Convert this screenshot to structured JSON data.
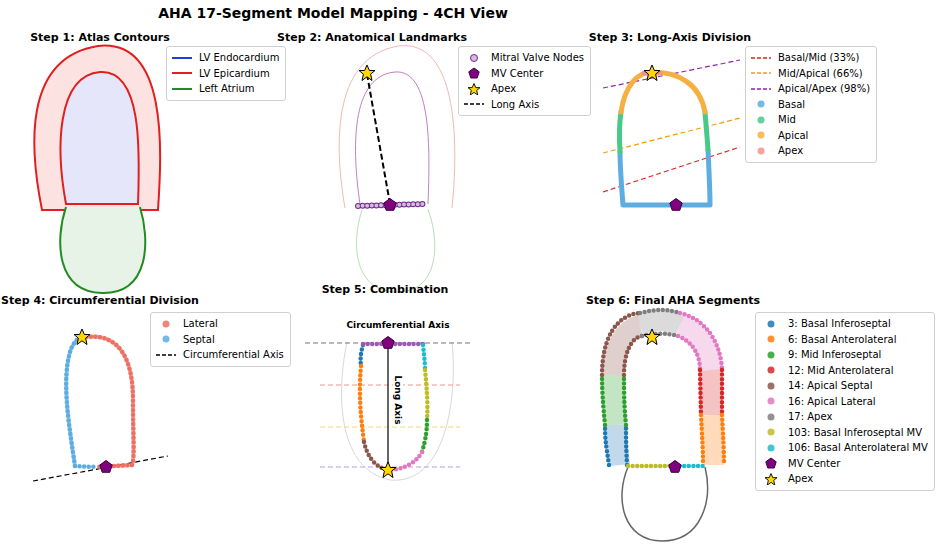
{
  "diagram": {
    "title": "AHA 17-Segment Model Mapping - 4CH View",
    "labels": [
      "Step 1: Atlas Contours",
      "Step 2: Anatomical Landmarks",
      "Step 3: Long-Axis Division",
      "Step 4: Circumferential Division",
      "Step 5: Combination",
      "Step 6: Final AHA Segments",
      "Circumferential Axis",
      "Long Axis"
    ],
    "legend": [
      {
        "text": "LV Endocardium"
      },
      {
        "text": "LV Epicardium"
      },
      {
        "text": "Left Atrium"
      },
      {
        "text": "Mitral Valve Nodes"
      },
      {
        "text": "MV Center"
      },
      {
        "text": "Apex"
      },
      {
        "text": "Long Axis"
      },
      {
        "text": "Basal/Mid (33%)"
      },
      {
        "text": "Mid/Apical (66%)"
      },
      {
        "text": "Apical/Apex (98%)"
      },
      {
        "text": "Basal",
        "color": "#5dade2"
      },
      {
        "text": "Mid",
        "color": "#48c98a"
      },
      {
        "text": "Apical",
        "color": "#f5b041"
      },
      {
        "text": "Apex",
        "color": "#f1948a"
      },
      {
        "text": "Lateral",
        "color": "#ec7063"
      },
      {
        "text": "Septal",
        "color": "#5dade2"
      },
      {
        "text": "Circumferential Axis"
      },
      {
        "text": "3: Basal Inferoseptal",
        "color": "#1f77b4"
      },
      {
        "text": "6: Basal Anterolateral",
        "color": "#ff7f0e"
      },
      {
        "text": "9: Mid Inferoseptal",
        "color": "#2ca02c"
      },
      {
        "text": "12: Mid Anterolateral",
        "color": "#d62728"
      },
      {
        "text": "14: Apical Septal",
        "color": "#8c564b"
      },
      {
        "text": "16: Apical Lateral",
        "color": "#e377c2"
      },
      {
        "text": "17: Apex",
        "color": "#7f7f7f"
      },
      {
        "text": "103: Basal Inferoseptal MV",
        "color": "#bcbd22"
      },
      {
        "text": "106: Basal Anterolateral MV",
        "color": "#17becf"
      },
      {
        "text": "MV Center"
      },
      {
        "text": "Apex"
      }
    ]
  }
}
